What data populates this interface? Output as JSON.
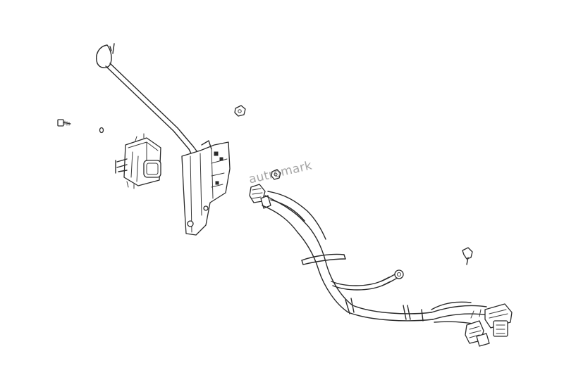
{
  "watermark": {
    "text": "autromark"
  },
  "parts": [
    {
      "id": "lever-rod",
      "icon": "bent-rod"
    },
    {
      "id": "mounting-bracket",
      "icon": "bracket-plate"
    },
    {
      "id": "switch-assembly",
      "icon": "switch-box"
    },
    {
      "id": "bolt",
      "icon": "bolt"
    },
    {
      "id": "washer",
      "icon": "washer"
    },
    {
      "id": "nut-top",
      "icon": "nut"
    },
    {
      "id": "nut-middle",
      "icon": "nut"
    },
    {
      "id": "clip-right",
      "icon": "clip"
    },
    {
      "id": "wiring-harness",
      "icon": "cable-harness"
    }
  ],
  "colors": {
    "line": "#2a2a2a",
    "background": "#ffffff"
  }
}
